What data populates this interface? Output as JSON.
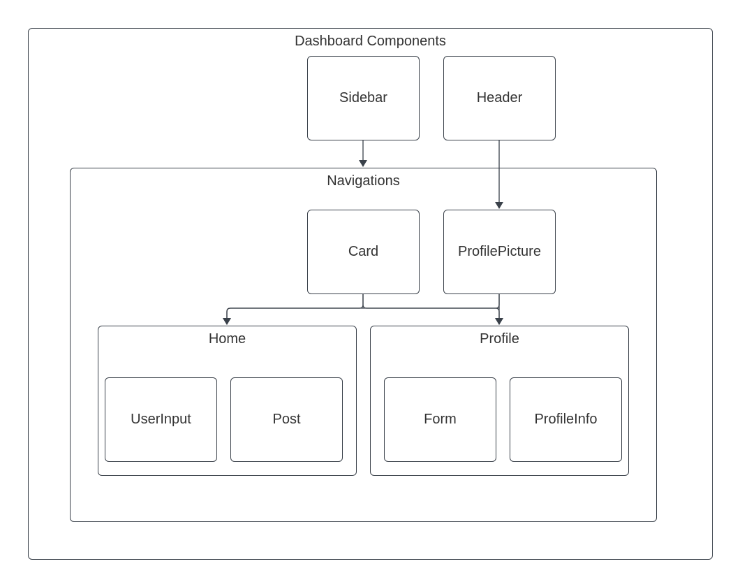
{
  "diagram": {
    "title": "Dashboard Components",
    "nodes": {
      "sidebar": "Sidebar",
      "header": "Header",
      "card": "Card",
      "profile_picture": "ProfilePicture",
      "user_input": "UserInput",
      "post": "Post",
      "form": "Form",
      "profile_info": "ProfileInfo"
    },
    "groups": {
      "navigations": "Navigations",
      "home": "Home",
      "profile": "Profile"
    },
    "edges": [
      {
        "from": "Sidebar",
        "to": "Navigations"
      },
      {
        "from": "Header",
        "to": "ProfilePicture"
      },
      {
        "from": "Card",
        "to": "Home"
      },
      {
        "from": "Card",
        "to": "Profile"
      },
      {
        "from": "ProfilePicture",
        "to": "Home"
      },
      {
        "from": "ProfilePicture",
        "to": "Profile"
      }
    ],
    "colors": {
      "stroke": "#3a414a",
      "text": "#333333",
      "background": "#ffffff"
    }
  }
}
